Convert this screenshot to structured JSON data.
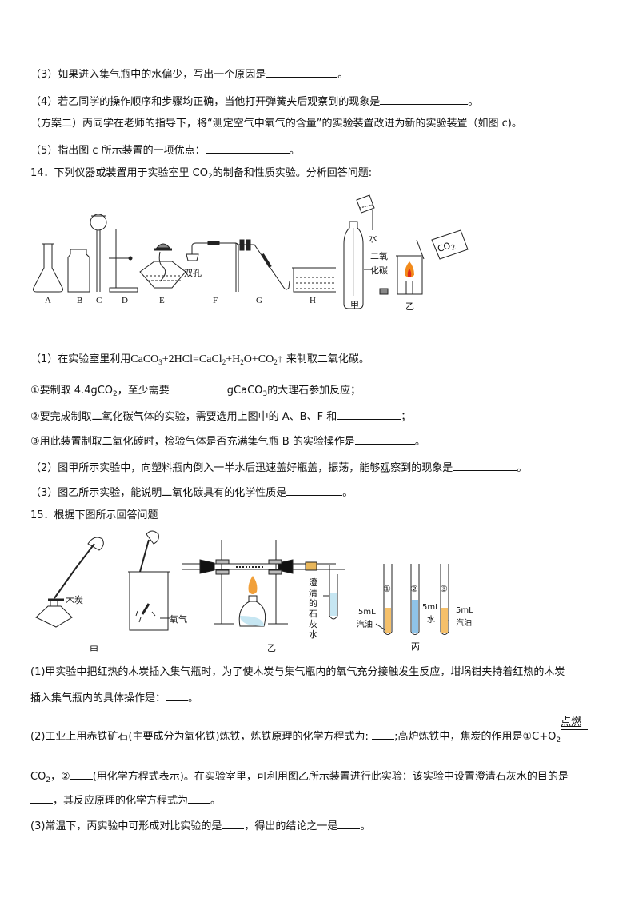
{
  "q13": {
    "item3": {
      "prefix": "（3）如果进入集气瓶中的水偏少，写出一个原因是",
      "suffix": "。"
    },
    "item4": {
      "prefix": "（4）若乙同学的操作顺序和步骤均正确，当他打开弹簧夹后观察到的现象是",
      "suffix": "。"
    },
    "plan2": "（方案二）丙同学在老师的指导下，将“测定空气中氧气的含量”的实验装置改进为新的实验装置（如图 c)。",
    "item5": {
      "prefix": "（5）指出图 c 所示装置的一项优点：",
      "suffix": "。"
    }
  },
  "q14": {
    "stem_a": "14．下列仪器或装置用于实验室里 CO",
    "stem_sub": "2",
    "stem_b": "的制备和性质实验。分析回答问题:",
    "figure": {
      "labels": [
        "A",
        "B",
        "C",
        "D",
        "E",
        "F",
        "G",
        "H",
        "甲",
        "乙"
      ],
      "shuangkong": "双孔",
      "water": "水",
      "co2_label_1": "二氧",
      "co2_label_2": "化碳",
      "bottle_text": "CO",
      "bottle_sub": "2"
    },
    "p1": {
      "prefix": "（1）在实验室里利用",
      "equation": [
        "CaCO",
        "3",
        "+2HCl=CaCl",
        "2",
        "+H",
        "2",
        "O+CO",
        "2",
        "↑"
      ],
      "suffix": "来制取二氧化碳。"
    },
    "s1": {
      "a": "①要制取 4.4gCO",
      "a_sub": "2",
      "b": "，至少需要",
      "c": "gCaCO",
      "c_sub": "3",
      "d": "的大理石参加反应；"
    },
    "s2": {
      "prefix": "②要完成制取二氧化碳气体的实验，需要选用上图中的 A、B、F 和",
      "suffix": "；"
    },
    "s3": {
      "prefix": "③用此装置制取二氧化碳时，检验气体是否充满集气瓶 B 的实验操作是",
      "suffix": "。"
    },
    "p2": {
      "prefix": "（2）图甲所示实验中，向塑料瓶内倒入一半水后迅速盖好瓶盖，振荡，能够观察到的现象是",
      "suffix": "。"
    },
    "p3": {
      "prefix": "（3）图乙所示实验，能说明二氧化碳具有的化学性质是",
      "suffix": "。"
    }
  },
  "q15": {
    "stem": "15．根据下图所示回答问题",
    "figure": {
      "charcoal": "木炭",
      "oxygen": "氧气",
      "limewater": [
        "澄",
        "清",
        "的",
        "石",
        "灰",
        "水"
      ],
      "jia": "甲",
      "yi": "乙",
      "bing": "丙",
      "tubes": [
        {
          "num": "①",
          "amount": "5mL",
          "liquid": "汽油",
          "color": "#f5c06a"
        },
        {
          "num": "②",
          "amount": "5mL",
          "liquid": "水",
          "color": "#8fc3e8"
        },
        {
          "num": "③",
          "amount": "5mL",
          "liquid": "汽油",
          "color": "#f5c06a"
        }
      ]
    },
    "p1_line1": "(1)甲实验中把红热的木炭插入集气瓶时，为了使木炭与集气瓶内的氧气充分接触发生反应，坩埚钳夹持着红热的木炭",
    "p1_line2": {
      "prefix": "插入集气瓶内的具体操作是：",
      "suffix": "。"
    },
    "p2_line1": {
      "a": "(2)工业上用赤铁矿石(主要成分为氧化铁)炼铁，炼铁原理的化学方程式为: ",
      "b": ";高炉炼铁中，焦炭的作用是①C+O",
      "b_sub": "2",
      "condition": "点燃"
    },
    "p2_line2": {
      "a": "CO",
      "a_sub": "2",
      "b": "，②",
      "c": "(用化学方程式表示)。在实验室里，可利用图乙所示装置进行此实验：该实验中设置澄清石灰水的目的是"
    },
    "p2_line3": {
      "a": "，其反应原理的化学方程式为",
      "b": "。"
    },
    "p3": {
      "a": "(3)常温下，丙实验中可形成对比实验的是",
      "b": "，得出的结论之一是",
      "c": "。"
    }
  }
}
